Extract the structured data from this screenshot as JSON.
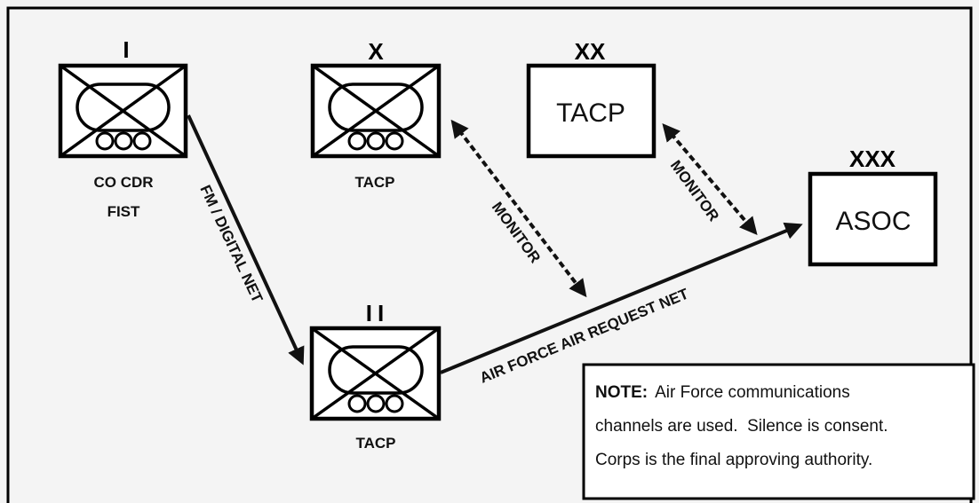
{
  "units": {
    "co_cdr": {
      "echelon": "I",
      "label_line1": "CO CDR",
      "label_line2": "FIST"
    },
    "tacp_x": {
      "echelon": "X",
      "label": "TACP"
    },
    "tacp_xx": {
      "echelon": "XX",
      "box_text": "TACP"
    },
    "asoc": {
      "echelon": "XXX",
      "box_text": "ASOC"
    },
    "tacp_ii": {
      "echelon": "II",
      "label": "TACP"
    }
  },
  "links": {
    "fm_digital": "FM / DIGITAL NET",
    "monitor_1": "MONITOR",
    "monitor_2": "MONITOR",
    "air_request": "AIR FORCE AIR REQUEST NET"
  },
  "note": {
    "heading": "NOTE:",
    "line1": "Air Force communications",
    "line2": "channels are used.  Silence is consent.",
    "line3": "Corps is the final approving authority."
  }
}
